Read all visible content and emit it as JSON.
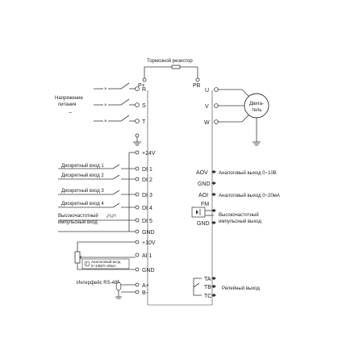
{
  "top": {
    "brake_resistor": "Тормозной резистор",
    "p_plus": "P+",
    "pb": "PB"
  },
  "power": {
    "label_line1": "Напряжение",
    "label_line2": "питания",
    "tilde": "~",
    "r": "R",
    "s": "S",
    "t": "T"
  },
  "motor": {
    "u": "U",
    "v": "V",
    "w": "W",
    "label_line1": "Двига-",
    "label_line2": "тель"
  },
  "inputs": {
    "v24": "+24V",
    "di1": "DI 1",
    "di2": "DI 2",
    "di3": "DI 3",
    "di4": "DI 4",
    "di5": "DI 5",
    "gnd1": "GND",
    "di1_label": "Дискретный вход 1",
    "di2_label": "Дискретный вход 2",
    "di3_label": "Дискретный вход 3",
    "di4_label": "Дискретный вход 4",
    "hs_label_line1": "Высокочастотный",
    "hs_label_line2": "импульсный вход",
    "v10": "+10V",
    "ai1": "AI 1",
    "gnd2": "GND",
    "ai_box_line1": "Аналоговый вход",
    "ai_box_line2": "0~10В/0~20мА",
    "rs485_label": "Интерфейс RS-485",
    "a_plus": "A+",
    "b_minus": "B-"
  },
  "outputs": {
    "aov": "AOV",
    "aov_label": "Аналоговый выход 0~10В",
    "gnd_a": "GND",
    "aoi": "AOI",
    "aoi_label": "Аналоговый выход 0~20мА",
    "fm": "FM",
    "fm_label_line1": "Высокочастотный",
    "fm_label_line2": "импульсный выход",
    "gnd_b": "GND",
    "ta": "TA",
    "tb": "TB",
    "tc": "TC",
    "relay_label": "Релейный выход"
  }
}
